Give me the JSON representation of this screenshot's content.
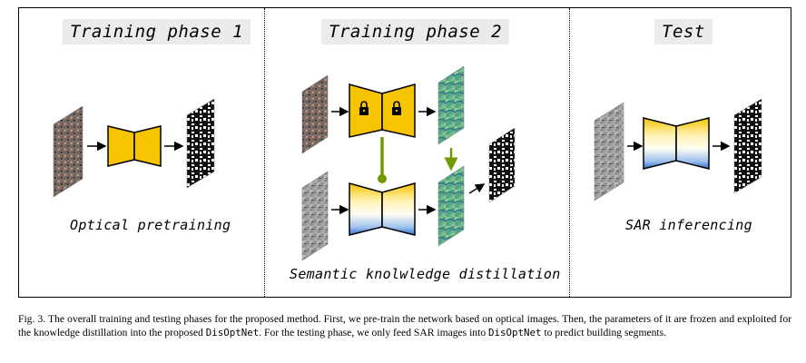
{
  "phases": {
    "phase1": {
      "title": "Training phase 1",
      "caption": "Optical pretraining"
    },
    "phase2": {
      "title": "Training phase 2",
      "caption": "Semantic knolwledge distillation"
    },
    "test": {
      "title": "Test",
      "caption": "SAR inferencing"
    }
  },
  "icons": {
    "lock": "lock-icon",
    "arrow": "arrow-icon",
    "encoder_decoder": "encoder-decoder-network-icon"
  },
  "colors": {
    "network_yellow": "#f6c400",
    "network_blue": "#3f7fd6",
    "feature_green": "#7ac87a",
    "border": "#000000"
  },
  "caption": {
    "fig_label": "Fig. 3.",
    "part1": "The overall training and testing phases for the proposed method. First, we pre-train the network based on optical images. Then, the parameters of it are frozen and exploited for the knowledge distillation into the proposed ",
    "model1": "DisOptNet",
    "part2": ". For the testing phase, we only feed SAR images into ",
    "model2": "DisOptNet",
    "part3": " to predict building segments."
  }
}
